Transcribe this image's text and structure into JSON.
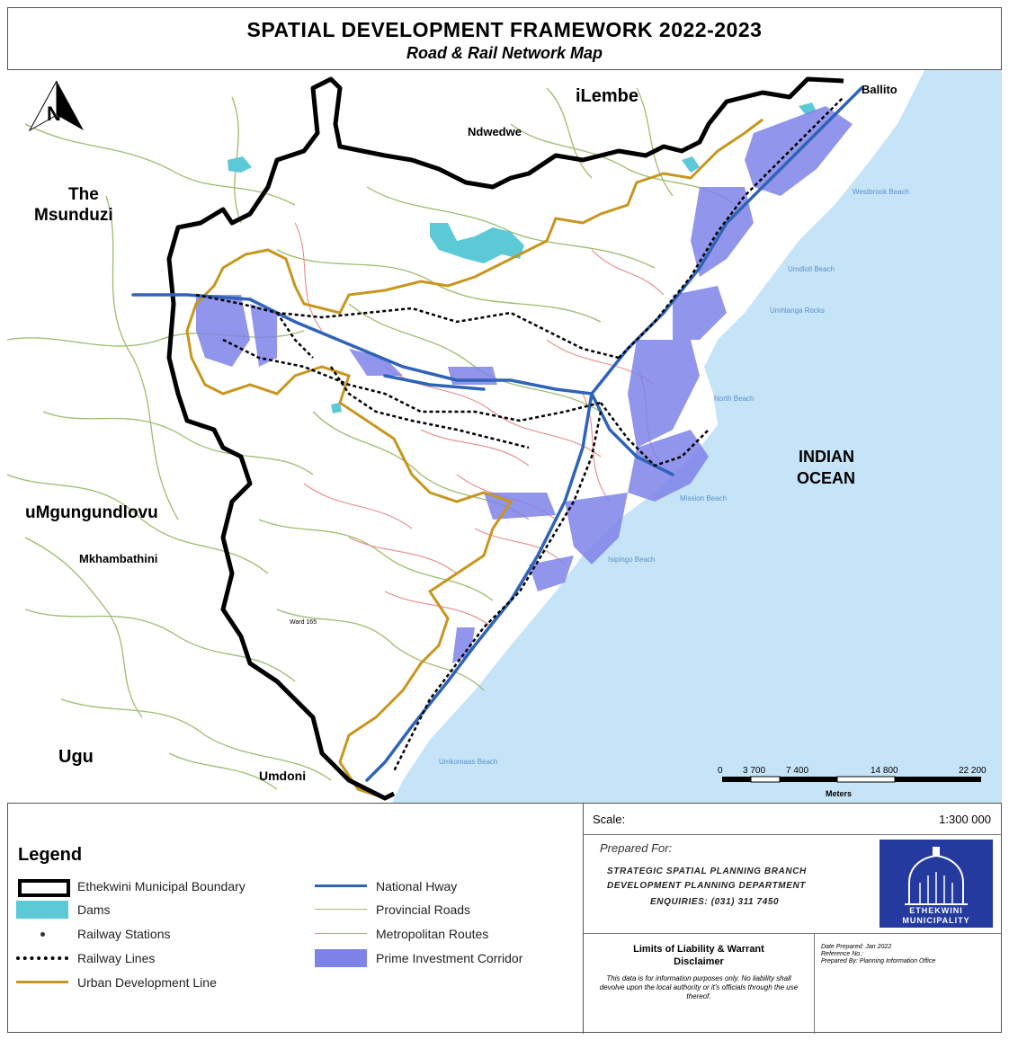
{
  "header": {
    "title": "SPATIAL DEVELOPMENT FRAMEWORK 2022-2023",
    "subtitle": "Road & Rail Network Map"
  },
  "map": {
    "north_arrow": "N",
    "places": {
      "ilembe": "iLembe",
      "ndwedwe": "Ndwedwe",
      "ballito": "Ballito",
      "the_msunduzi": "The Msunduzi",
      "umgungundlovu": "uMgungundlovu",
      "mkhambathini": "Mkhambathini",
      "ugu": "Ugu",
      "umdoni": "Umdoni",
      "indian_ocean_1": "INDIAN",
      "indian_ocean_2": "OCEAN",
      "ward": "Ward 165"
    },
    "beaches": {
      "westbrook": "Westbrook Beach",
      "umdloti": "Umdloti Beach",
      "umhlanga": "Umhlanga Rocks",
      "north": "North Beach",
      "mission": "Mission Beach",
      "isipingo": "Isipingo Beach",
      "umkomaas": "Umkomaas Beach"
    },
    "scalebar": {
      "ticks": [
        "0",
        "3 700",
        "7 400",
        "14 800",
        "22 200"
      ],
      "unit": "Meters"
    },
    "colors": {
      "ocean": "#c6e4f7",
      "boundary": "#000000",
      "dams": "#5cc9d6",
      "national_hway": "#2f63b8",
      "provincial_roads": "#9dbb6e",
      "metropolitan_routes": "#e88a8a",
      "urban_development_line": "#c7961e",
      "prime_investment_corridor": "#7e83e8"
    }
  },
  "legend": {
    "title": "Legend",
    "items": [
      "Ethekwini Municipal Boundary",
      "Dams",
      "Railway Stations",
      "Railway Lines",
      "Urban Development Line",
      "National Hway",
      "Provincial Roads",
      "Metropolitan Routes",
      "Prime Investment Corridor"
    ]
  },
  "info": {
    "scale_label": "Scale:",
    "scale_value": "1:300 000",
    "prepared_for": "Prepared For:",
    "branch": "STRATEGIC SPATIAL PLANNING BRANCH",
    "department": "DEVELOPMENT PLANNING DEPARTMENT",
    "enquiries": "ENQUIRIES: (031) 311 7450",
    "logo_line1": "ETHEKWINI",
    "logo_line2": "MUNICIPALITY",
    "disclaimer_title_1": "Limits of Liability & Warrant",
    "disclaimer_title_2": "Disclaimer",
    "disclaimer_text": "This data is for information purposes only. No liability shall devolve upon the local authority or it's officials through the use thereof.",
    "date_prepared": "Date Prepared: Jan 2022",
    "reference_no": "Reference No.:",
    "prepared_by": "Prepared By: Planning Information Office"
  }
}
